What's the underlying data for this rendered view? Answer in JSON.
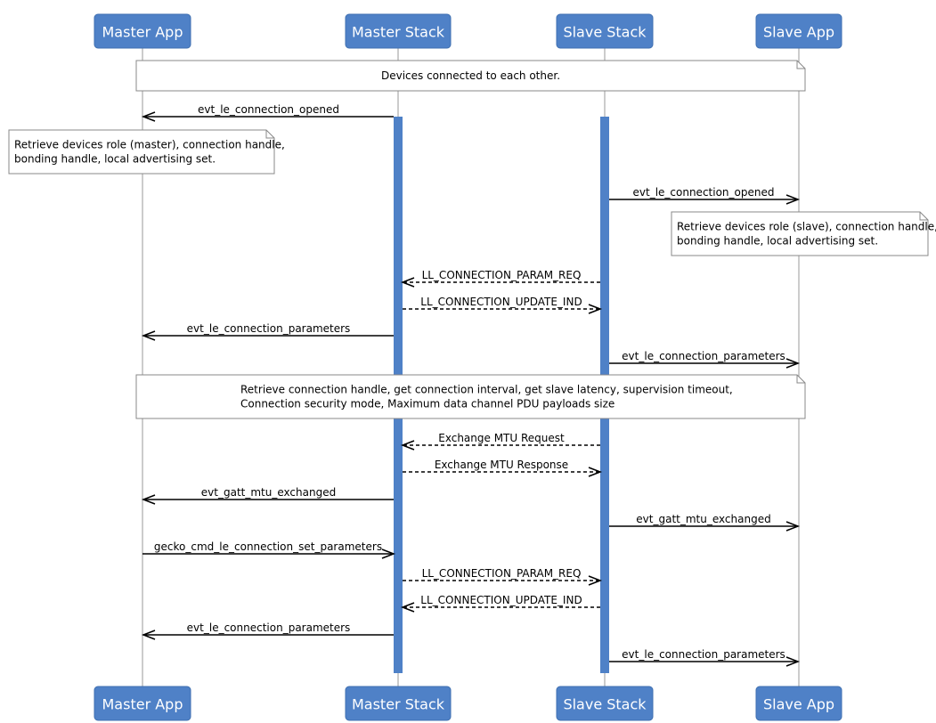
{
  "participants": [
    {
      "id": "master_app",
      "label": "Master App"
    },
    {
      "id": "master_stack",
      "label": "Master Stack"
    },
    {
      "id": "slave_stack",
      "label": "Slave Stack"
    },
    {
      "id": "slave_app",
      "label": "Slave App"
    }
  ],
  "notes": [
    {
      "lines": [
        "Devices connected to each other."
      ]
    },
    {
      "lines": [
        "Retrieve devices role (master), connection handle,",
        "bonding handle, local advertising set."
      ]
    },
    {
      "lines": [
        "Retrieve devices role (slave), connection handle,",
        "bonding handle, local advertising set."
      ]
    },
    {
      "lines": [
        "Retrieve connection handle, get connection interval, get slave latency, supervision timeout,",
        "Connection security mode, Maximum data channel PDU payloads size"
      ]
    }
  ],
  "messages": [
    {
      "from": "master_stack",
      "to": "master_app",
      "label": "evt_le_connection_opened",
      "style": "solid"
    },
    {
      "from": "slave_stack",
      "to": "slave_app",
      "label": "evt_le_connection_opened",
      "style": "solid"
    },
    {
      "from": "slave_stack",
      "to": "master_stack",
      "label": "LL_CONNECTION_PARAM_REQ",
      "style": "dashed"
    },
    {
      "from": "master_stack",
      "to": "slave_stack",
      "label": "LL_CONNECTION_UPDATE_IND",
      "style": "dashed"
    },
    {
      "from": "master_stack",
      "to": "master_app",
      "label": "evt_le_connection_parameters",
      "style": "solid"
    },
    {
      "from": "slave_stack",
      "to": "slave_app",
      "label": "evt_le_connection_parameters",
      "style": "solid"
    },
    {
      "from": "slave_stack",
      "to": "master_stack",
      "label": "Exchange MTU Request",
      "style": "dashed"
    },
    {
      "from": "master_stack",
      "to": "slave_stack",
      "label": "Exchange MTU Response",
      "style": "dashed"
    },
    {
      "from": "master_stack",
      "to": "master_app",
      "label": "evt_gatt_mtu_exchanged",
      "style": "solid"
    },
    {
      "from": "slave_stack",
      "to": "slave_app",
      "label": "evt_gatt_mtu_exchanged",
      "style": "solid"
    },
    {
      "from": "master_app",
      "to": "master_stack",
      "label": "gecko_cmd_le_connection_set_parameters",
      "style": "solid"
    },
    {
      "from": "master_stack",
      "to": "slave_stack",
      "label": "LL_CONNECTION_PARAM_REQ",
      "style": "dashed"
    },
    {
      "from": "slave_stack",
      "to": "master_stack",
      "label": "LL_CONNECTION_UPDATE_IND",
      "style": "dashed"
    },
    {
      "from": "master_stack",
      "to": "master_app",
      "label": "evt_le_connection_parameters",
      "style": "solid"
    },
    {
      "from": "slave_stack",
      "to": "slave_app",
      "label": "evt_le_connection_parameters",
      "style": "solid"
    }
  ],
  "colors": {
    "participant_fill": "#4f81c7",
    "activation_fill": "#4f81c7",
    "lifeline": "#9a9a9a",
    "note_border": "#888888"
  }
}
